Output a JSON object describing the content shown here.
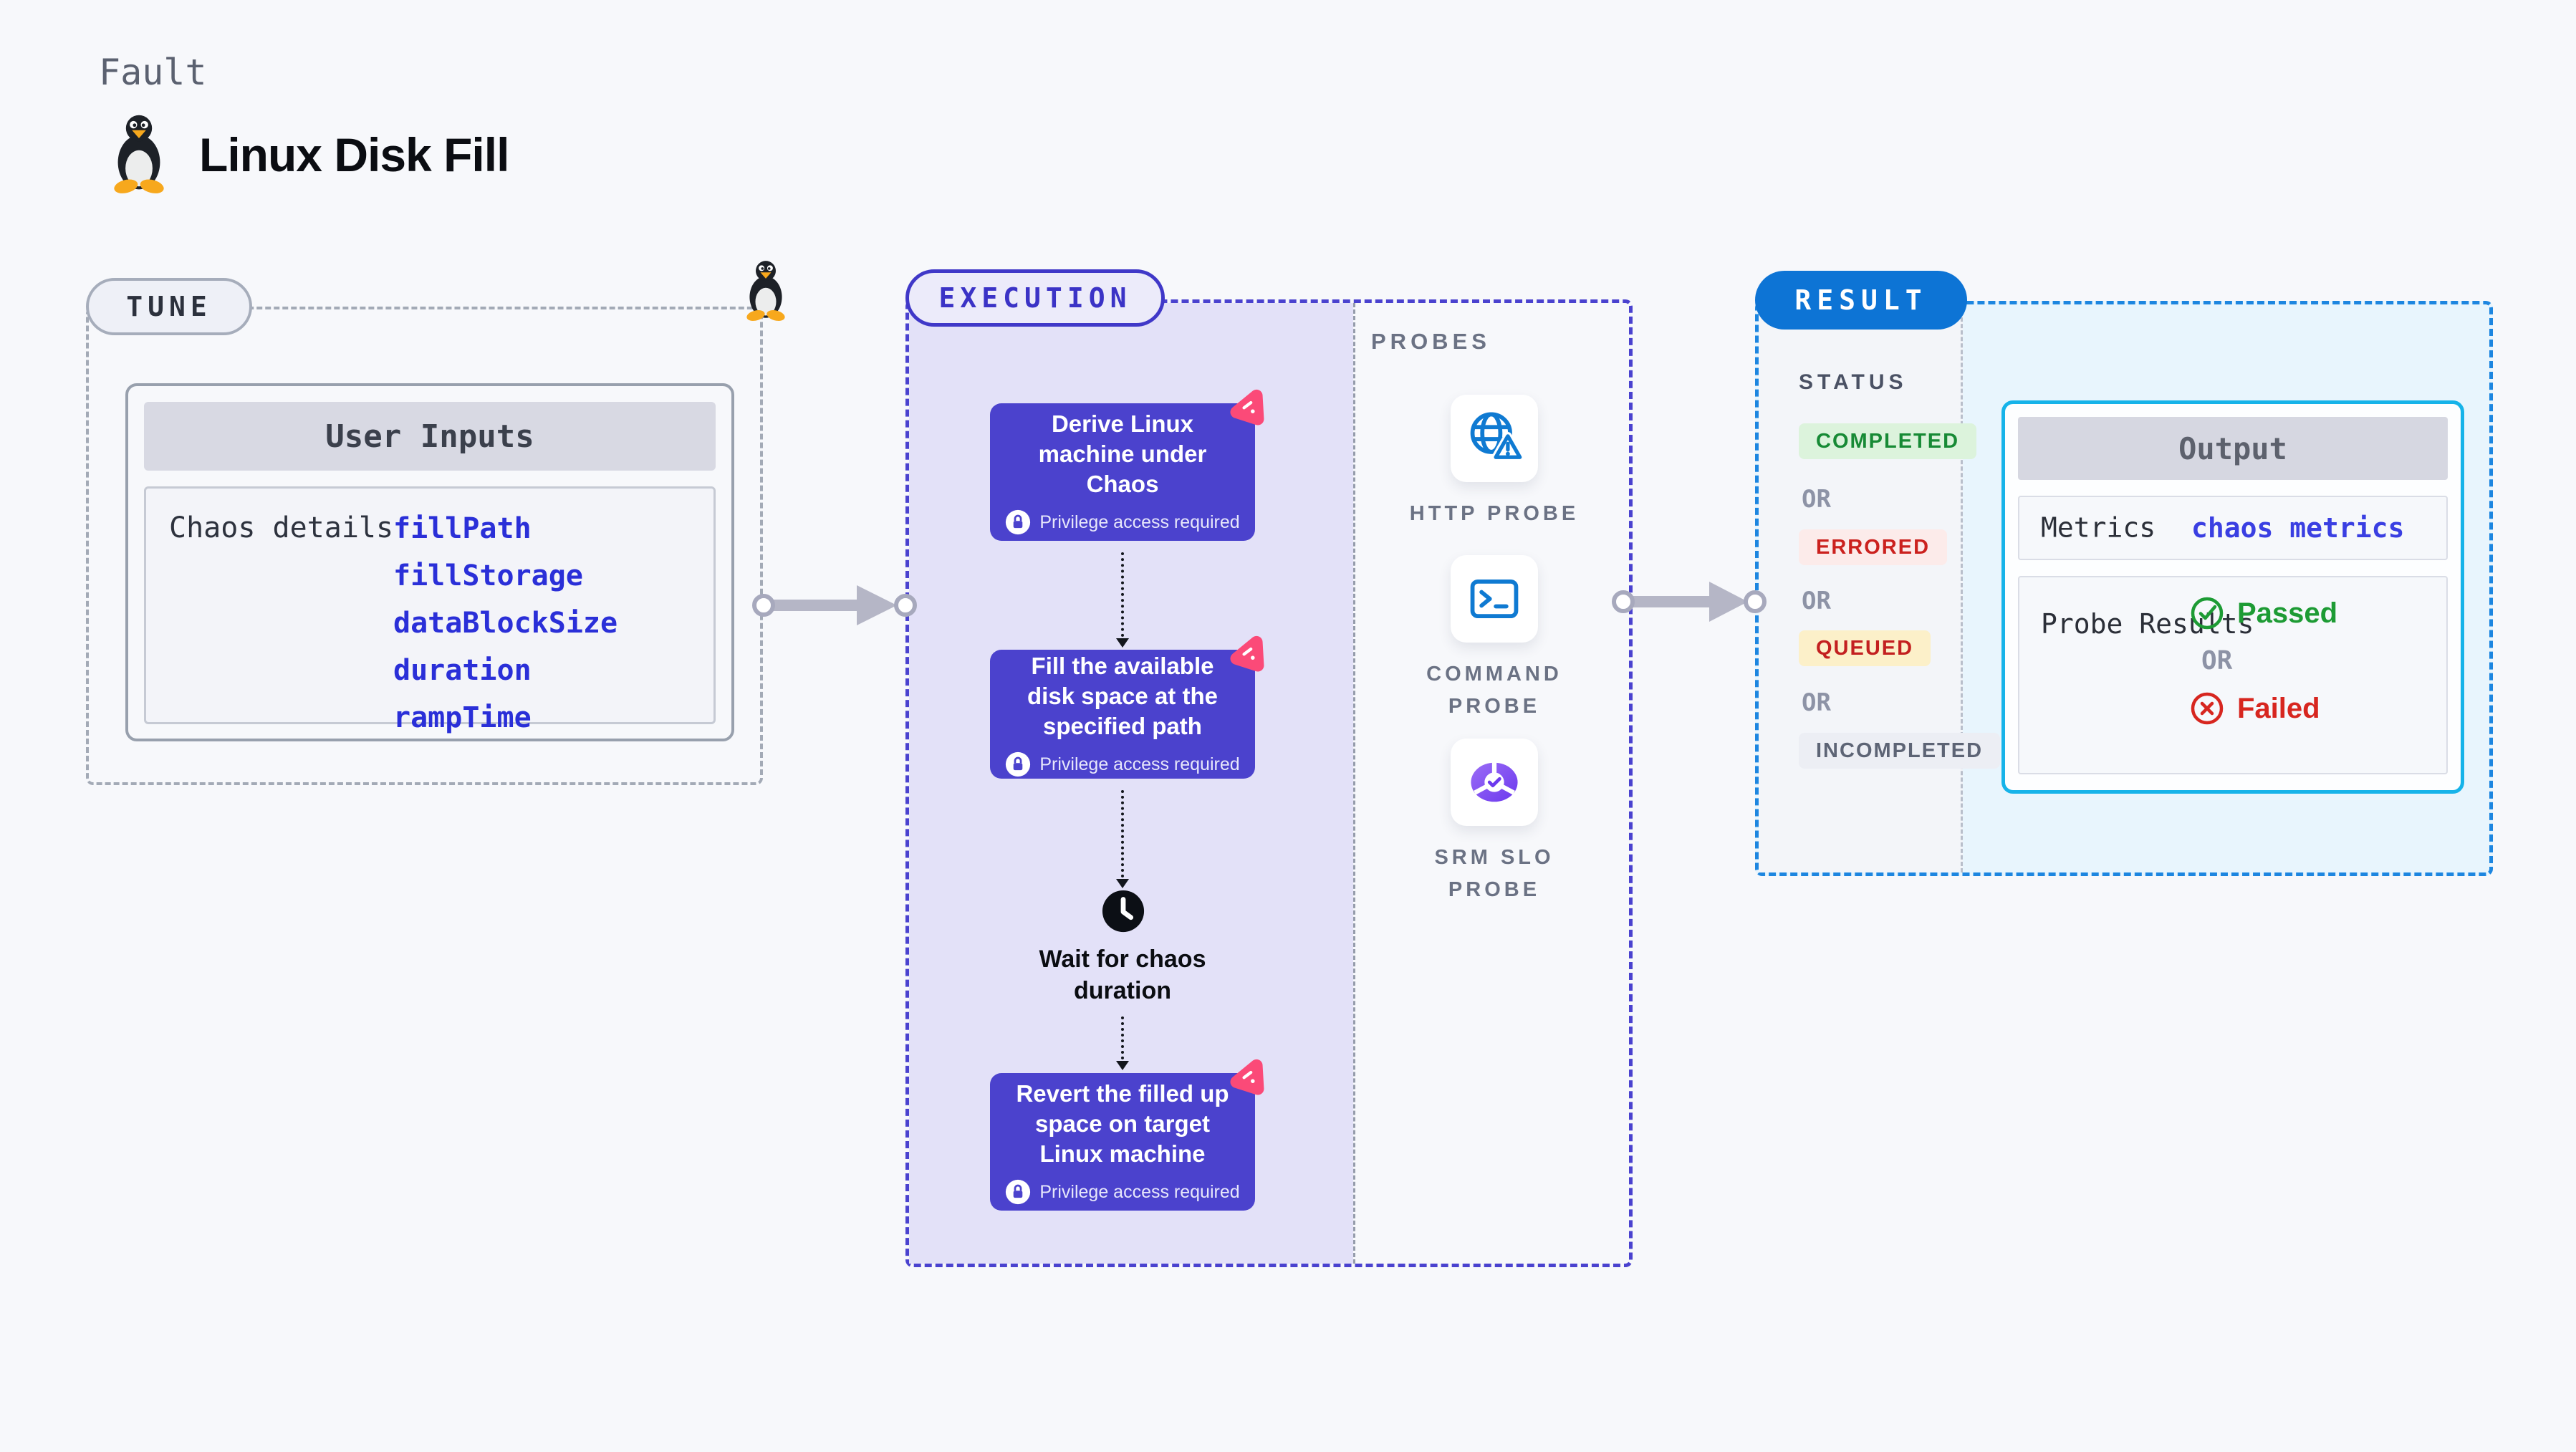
{
  "header": {
    "eyebrow": "Fault",
    "title": "Linux Disk Fill"
  },
  "tune": {
    "label": "TUNE",
    "card_title": "User Inputs",
    "row_label": "Chaos details",
    "inputs": [
      "fillPath",
      "fillStorage",
      "dataBlockSize",
      "duration",
      "rampTime"
    ]
  },
  "execution": {
    "label": "EXECUTION",
    "steps": [
      {
        "title": "Derive Linux machine under Chaos",
        "note": "Privilege access required"
      },
      {
        "title": "Fill the available disk space at the specified path",
        "note": "Privilege access required"
      },
      {
        "title": "Revert the filled up space on target Linux machine",
        "note": "Privilege access required"
      }
    ],
    "wait_label": "Wait for chaos duration"
  },
  "probes": {
    "label": "PROBES",
    "items": [
      {
        "name": "HTTP PROBE",
        "icon": "globe-warning-icon"
      },
      {
        "name": "COMMAND PROBE",
        "icon": "terminal-icon"
      },
      {
        "name": "SRM SLO PROBE",
        "icon": "slo-donut-icon"
      }
    ]
  },
  "result": {
    "label": "RESULT",
    "status_label": "STATUS",
    "or_label": "OR",
    "statuses": [
      {
        "text": "COMPLETED",
        "fg": "#178a35",
        "bg": "#dcf3dc"
      },
      {
        "text": "ERRORED",
        "fg": "#cb211e",
        "bg": "#fcebea"
      },
      {
        "text": "QUEUED",
        "fg": "#c32020",
        "bg": "#fcf0c9"
      },
      {
        "text": "INCOMPLETED",
        "fg": "#5d6475",
        "bg": "#eceef4"
      }
    ],
    "output": {
      "title": "Output",
      "metrics_label": "Metrics",
      "metrics_value": "chaos metrics",
      "probe_results_label": "Probe Results",
      "passed": "Passed",
      "or": "OR",
      "failed": "Failed"
    }
  },
  "colors": {
    "page_bg": "#f7f8fb",
    "execution_fill": "#e3e1f8",
    "step_card": "#4b42cd",
    "indigo_border": "#4a42cf",
    "chaos_badge": "#fb4a78",
    "result_border": "#1d86e0",
    "result_pill": "#0d74d5",
    "output_border": "#16b3e9",
    "output_area_bg": "#e8f5fd",
    "probe_icon_blue": "#0f7ad2",
    "passed_green": "#1d9b34",
    "failed_red": "#d7261f",
    "input_link_blue": "#2a2fd8",
    "arrow_gray": "#b5b6c6"
  }
}
